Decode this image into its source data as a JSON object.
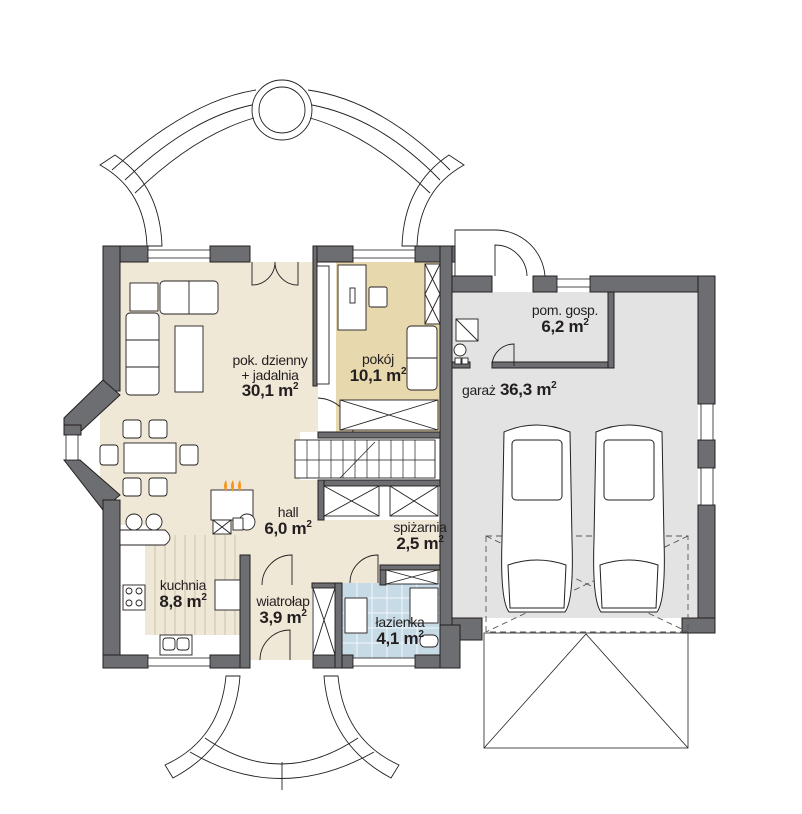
{
  "plan": {
    "type": "floor-plan",
    "area_unit": "m",
    "area_unit_exp": "2",
    "colors": {
      "wall": "#6d6e71",
      "living": "#efe8d6",
      "bedroom": "#e8d8ae",
      "garage": "#e3e3e3",
      "bathroom": "#c7dbe6",
      "line": "#231f20"
    },
    "rooms": [
      {
        "id": "living",
        "name": "pok. dzienny",
        "name2": "+ jadalnia",
        "area": "30,1"
      },
      {
        "id": "room",
        "name": "pokój",
        "area": "10,1"
      },
      {
        "id": "utility",
        "name": "pom. gosp.",
        "area": "6,2"
      },
      {
        "id": "garage",
        "name": "garaż",
        "area": "36,3"
      },
      {
        "id": "hall",
        "name": "hall",
        "area": "6,0"
      },
      {
        "id": "pantry",
        "name": "spiżarnia",
        "area": "2,5"
      },
      {
        "id": "kitchen",
        "name": "kuchnia",
        "area": "8,8"
      },
      {
        "id": "vestibule",
        "name": "wiatrołap",
        "area": "3,9"
      },
      {
        "id": "bathroom",
        "name": "łazienka",
        "area": "4,1"
      }
    ]
  }
}
